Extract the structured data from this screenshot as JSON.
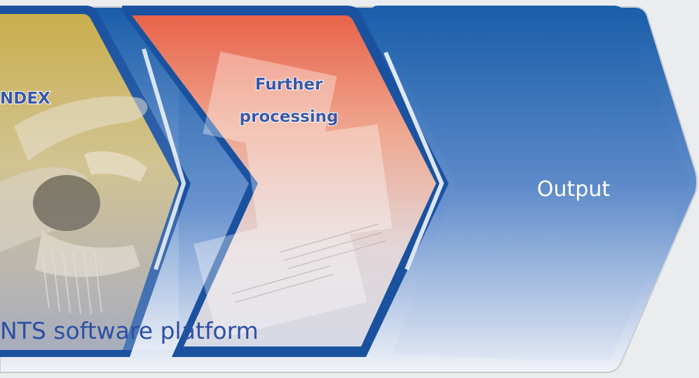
{
  "stages": {
    "index_label": "NDEX",
    "further_processing_line1": "Further",
    "further_processing_line2": "processing",
    "output_label": "Output"
  },
  "platform": {
    "label": "NTS software platform"
  },
  "colors": {
    "background": "#ebecee",
    "platform_blue": "#1f5fae",
    "index_stage_gold": "#c6a94a",
    "processing_stage_coral": "#e8694e",
    "output_stage_blue": "#1a5faa",
    "label_blue": "#3b57a8"
  }
}
